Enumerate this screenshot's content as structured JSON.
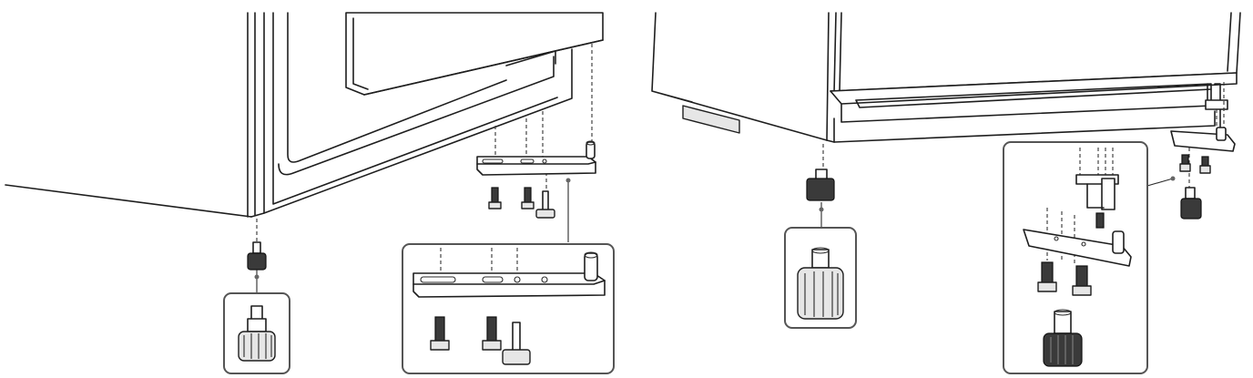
{
  "diagram": {
    "panels": [
      {
        "name": "left-assembly",
        "parts": [
          "cabinet-corner",
          "door-corner",
          "hinge-bracket",
          "screw",
          "screw",
          "hinge-pin",
          "leveling-foot"
        ]
      },
      {
        "name": "right-assembly",
        "parts": [
          "cabinet-base",
          "door-bottom",
          "hinge-bracket",
          "screw",
          "screw",
          "leveling-foot"
        ]
      }
    ],
    "callouts": [
      {
        "name": "foot-detail-left"
      },
      {
        "name": "hinge-detail-left"
      },
      {
        "name": "foot-detail-right"
      },
      {
        "name": "hinge-detail-right"
      }
    ],
    "colors": {
      "line": "#1e1e1e",
      "callout_border": "#555555",
      "fill_light": "#e6e6e6",
      "fill_dark": "#3a3a3a"
    }
  }
}
